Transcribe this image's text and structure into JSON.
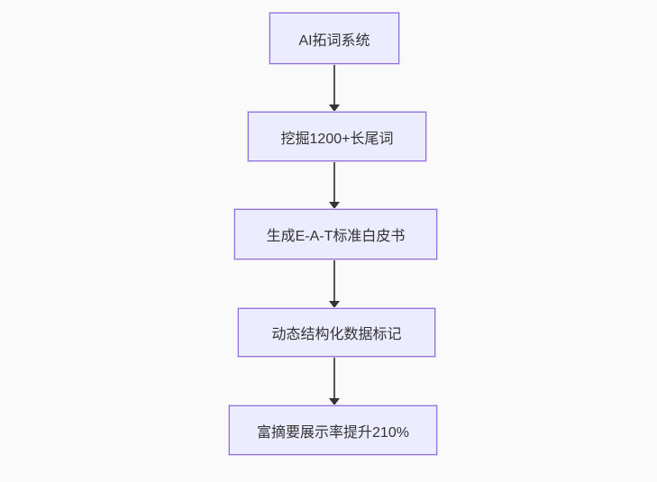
{
  "diagram": {
    "type": "flowchart",
    "direction": "top-down",
    "nodes": [
      {
        "id": "step-1",
        "label": "AI拓词系统"
      },
      {
        "id": "step-2",
        "label": "挖掘1200+长尾词"
      },
      {
        "id": "step-3",
        "label": "生成E-A-T标准白皮书"
      },
      {
        "id": "step-4",
        "label": "动态结构化数据标记"
      },
      {
        "id": "step-5",
        "label": "富摘要展示率提升210%"
      }
    ],
    "edges": [
      {
        "from": "step-1",
        "to": "step-2"
      },
      {
        "from": "step-2",
        "to": "step-3"
      },
      {
        "from": "step-3",
        "to": "step-4"
      },
      {
        "from": "step-4",
        "to": "step-5"
      }
    ],
    "colors": {
      "background": "#fafafa",
      "node_fill": "#ECECFF",
      "node_border": "#9370DB",
      "arrow_line": "#555555",
      "arrowhead": "#333333",
      "text": "#333333"
    }
  }
}
